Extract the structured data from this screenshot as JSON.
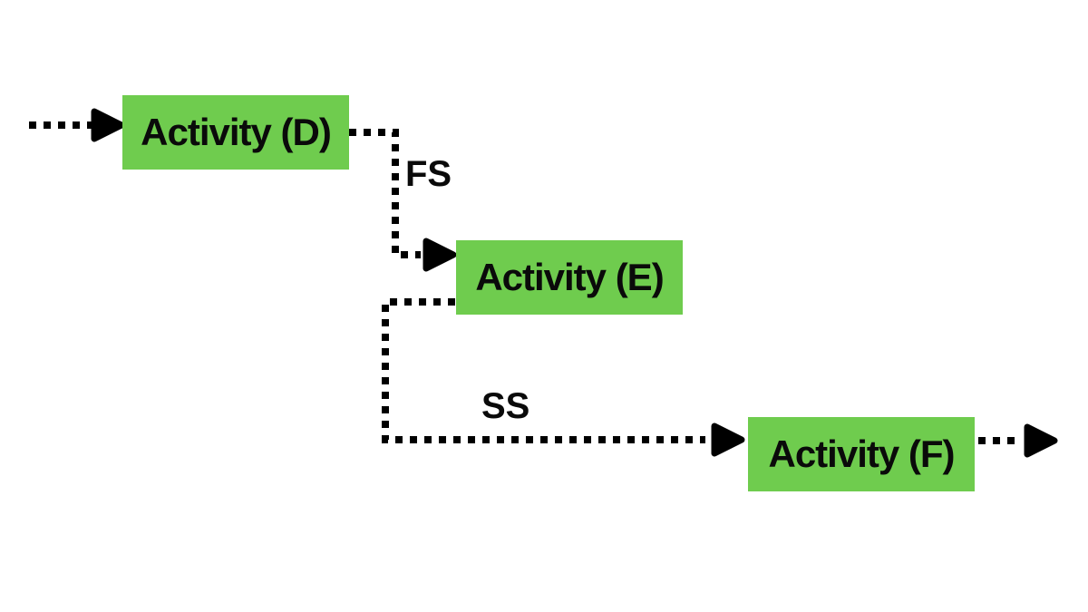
{
  "diagram": {
    "type": "activity-dependency-diagram",
    "activities": [
      {
        "id": "D",
        "label": "Activity (D)",
        "entry_arrow": true,
        "exit_arrow": false
      },
      {
        "id": "E",
        "label": "Activity (E)",
        "entry_arrow": false,
        "exit_arrow": false
      },
      {
        "id": "F",
        "label": "Activity (F)",
        "entry_arrow": false,
        "exit_arrow": true
      }
    ],
    "connections": [
      {
        "from": "D",
        "to": "E",
        "label": "FS"
      },
      {
        "from": "E",
        "to": "F",
        "label": "SS"
      }
    ],
    "colors": {
      "activity_fill": "#6FCC4E",
      "line": "#000000",
      "text": "#0a0a0a",
      "background": "#ffffff"
    }
  }
}
